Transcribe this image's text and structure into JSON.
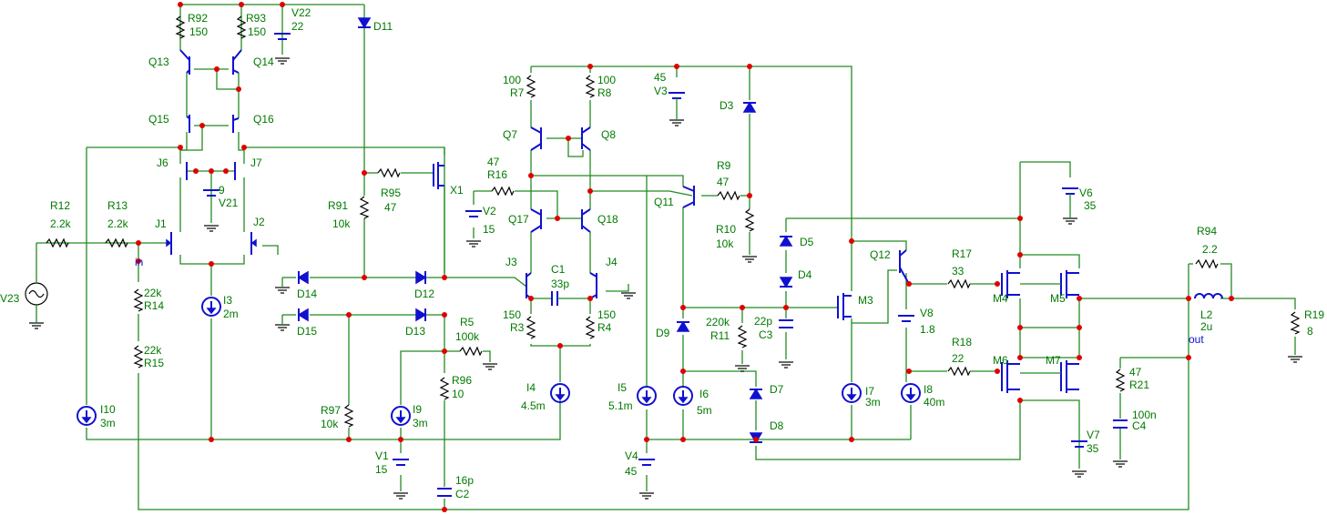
{
  "components": [
    {
      "id": "r92",
      "ref": "R92",
      "value": "150"
    },
    {
      "id": "r93",
      "ref": "R93",
      "value": "150"
    },
    {
      "id": "v22",
      "ref": "V22",
      "value": "22"
    },
    {
      "id": "d11",
      "ref": "D11",
      "value": ""
    },
    {
      "id": "q13",
      "ref": "Q13",
      "value": ""
    },
    {
      "id": "q14",
      "ref": "Q14",
      "value": ""
    },
    {
      "id": "q15",
      "ref": "Q15",
      "value": ""
    },
    {
      "id": "q16",
      "ref": "Q16",
      "value": ""
    },
    {
      "id": "j6",
      "ref": "J6",
      "value": ""
    },
    {
      "id": "j7",
      "ref": "J7",
      "value": ""
    },
    {
      "id": "v21",
      "ref": "V21",
      "value": "9"
    },
    {
      "id": "r12",
      "ref": "R12",
      "value": "2.2k"
    },
    {
      "id": "r13",
      "ref": "R13",
      "value": "2.2k"
    },
    {
      "id": "j1",
      "ref": "J1",
      "value": ""
    },
    {
      "id": "j2",
      "ref": "J2",
      "value": ""
    },
    {
      "id": "v23",
      "ref": "V23",
      "value": ""
    },
    {
      "id": "r14",
      "ref": "R14",
      "value": "22k"
    },
    {
      "id": "r15",
      "ref": "R15",
      "value": "22k"
    },
    {
      "id": "i3",
      "ref": "I3",
      "value": "2m"
    },
    {
      "id": "i10",
      "ref": "I10",
      "value": "3m"
    },
    {
      "id": "r91",
      "ref": "R91",
      "value": "10k"
    },
    {
      "id": "r95",
      "ref": "R95",
      "value": "47"
    },
    {
      "id": "x1",
      "ref": "X1",
      "value": ""
    },
    {
      "id": "d14",
      "ref": "D14",
      "value": ""
    },
    {
      "id": "d12",
      "ref": "D12",
      "value": ""
    },
    {
      "id": "d15",
      "ref": "D15",
      "value": ""
    },
    {
      "id": "d13",
      "ref": "D13",
      "value": ""
    },
    {
      "id": "r5",
      "ref": "R5",
      "value": "100k"
    },
    {
      "id": "r96",
      "ref": "R96",
      "value": "10"
    },
    {
      "id": "r97",
      "ref": "R97",
      "value": "10k"
    },
    {
      "id": "i9",
      "ref": "I9",
      "value": "3m"
    },
    {
      "id": "v1",
      "ref": "V1",
      "value": "15"
    },
    {
      "id": "c2",
      "ref": "C2",
      "value": "16p"
    },
    {
      "id": "r7",
      "ref": "R7",
      "value": "100"
    },
    {
      "id": "r8",
      "ref": "R8",
      "value": "100"
    },
    {
      "id": "v3",
      "ref": "V3",
      "value": "45"
    },
    {
      "id": "d3",
      "ref": "D3",
      "value": ""
    },
    {
      "id": "q7",
      "ref": "Q7",
      "value": ""
    },
    {
      "id": "q8",
      "ref": "Q8",
      "value": ""
    },
    {
      "id": "r16",
      "ref": "R16",
      "value": "47"
    },
    {
      "id": "v2",
      "ref": "V2",
      "value": "15"
    },
    {
      "id": "q17",
      "ref": "Q17",
      "value": ""
    },
    {
      "id": "q18",
      "ref": "Q18",
      "value": ""
    },
    {
      "id": "j3",
      "ref": "J3",
      "value": ""
    },
    {
      "id": "j4",
      "ref": "J4",
      "value": ""
    },
    {
      "id": "c1",
      "ref": "C1",
      "value": "33p"
    },
    {
      "id": "r3",
      "ref": "R3",
      "value": "150"
    },
    {
      "id": "r4",
      "ref": "R4",
      "value": "150"
    },
    {
      "id": "i4",
      "ref": "I4",
      "value": "4.5m"
    },
    {
      "id": "q11",
      "ref": "Q11",
      "value": ""
    },
    {
      "id": "r9",
      "ref": "R9",
      "value": "47"
    },
    {
      "id": "r10",
      "ref": "R10",
      "value": "10k"
    },
    {
      "id": "d5",
      "ref": "D5",
      "value": ""
    },
    {
      "id": "d4",
      "ref": "D4",
      "value": ""
    },
    {
      "id": "i5",
      "ref": "I5",
      "value": "5.1m"
    },
    {
      "id": "d9",
      "ref": "D9",
      "value": ""
    },
    {
      "id": "r11",
      "ref": "R11",
      "value": "220k"
    },
    {
      "id": "c3",
      "ref": "C3",
      "value": "22p"
    },
    {
      "id": "i6",
      "ref": "I6",
      "value": "5m"
    },
    {
      "id": "d7",
      "ref": "D7",
      "value": ""
    },
    {
      "id": "d8",
      "ref": "D8",
      "value": ""
    },
    {
      "id": "v4",
      "ref": "V4",
      "value": "45"
    },
    {
      "id": "m3",
      "ref": "M3",
      "value": ""
    },
    {
      "id": "i7",
      "ref": "I7",
      "value": "3m"
    },
    {
      "id": "q12",
      "ref": "Q12",
      "value": ""
    },
    {
      "id": "v8",
      "ref": "V8",
      "value": "1.8"
    },
    {
      "id": "i8",
      "ref": "I8",
      "value": "40m"
    },
    {
      "id": "r17",
      "ref": "R17",
      "value": "33"
    },
    {
      "id": "r18",
      "ref": "R18",
      "value": "22"
    },
    {
      "id": "m4",
      "ref": "M4",
      "value": ""
    },
    {
      "id": "m5",
      "ref": "M5",
      "value": ""
    },
    {
      "id": "m6",
      "ref": "M6",
      "value": ""
    },
    {
      "id": "m7",
      "ref": "M7",
      "value": ""
    },
    {
      "id": "v6",
      "ref": "V6",
      "value": "35"
    },
    {
      "id": "v7",
      "ref": "V7",
      "value": "35"
    },
    {
      "id": "r94",
      "ref": "R94",
      "value": "2.2"
    },
    {
      "id": "l2",
      "ref": "L2",
      "value": "2u"
    },
    {
      "id": "r19",
      "ref": "R19",
      "value": "8"
    },
    {
      "id": "r21",
      "ref": "R21",
      "value": "47"
    },
    {
      "id": "c4",
      "ref": "C4",
      "value": "100n"
    }
  ],
  "nets": {
    "in": "in",
    "out": "out"
  },
  "colors": {
    "wire": "#228b22",
    "part": "#1010d0",
    "junction": "#e00000",
    "label": "#007a00"
  }
}
